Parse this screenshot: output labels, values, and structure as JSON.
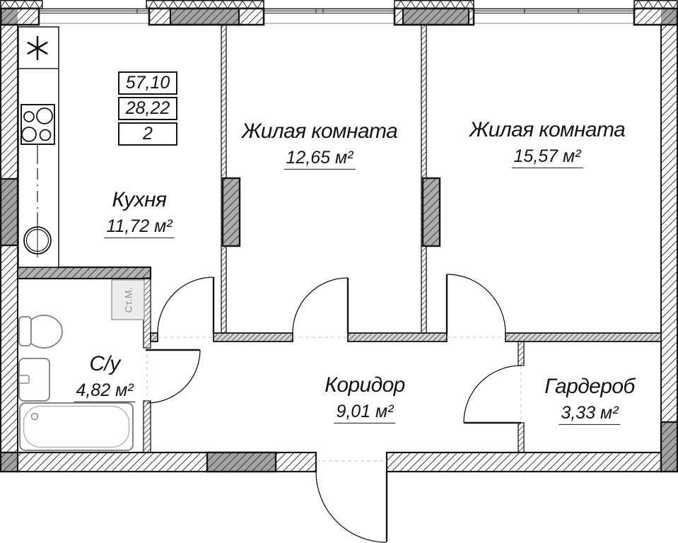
{
  "plan": {
    "info_box": {
      "rows": [
        "57,10",
        "28,22",
        "2"
      ]
    },
    "rooms": {
      "kitchen": {
        "name": "Кухня",
        "area": "11,72 м²"
      },
      "living_room_1": {
        "name": "Жилая комната",
        "area": "12,65 м²"
      },
      "living_room_2": {
        "name": "Жилая комната",
        "area": "15,57 м²"
      },
      "bathroom": {
        "name": "С/у",
        "area": "4,82 м²"
      },
      "corridor": {
        "name": "Коридор",
        "area": "9,01 м²"
      },
      "wardrobe": {
        "name": "Гардероб",
        "area": "3,33 м²"
      }
    },
    "appliances": {
      "washing_machine": "Ст.М."
    },
    "colors": {
      "wall_dark": "#a3a3a3",
      "wall_mid": "#d4d4d4",
      "line": "#141414"
    }
  }
}
